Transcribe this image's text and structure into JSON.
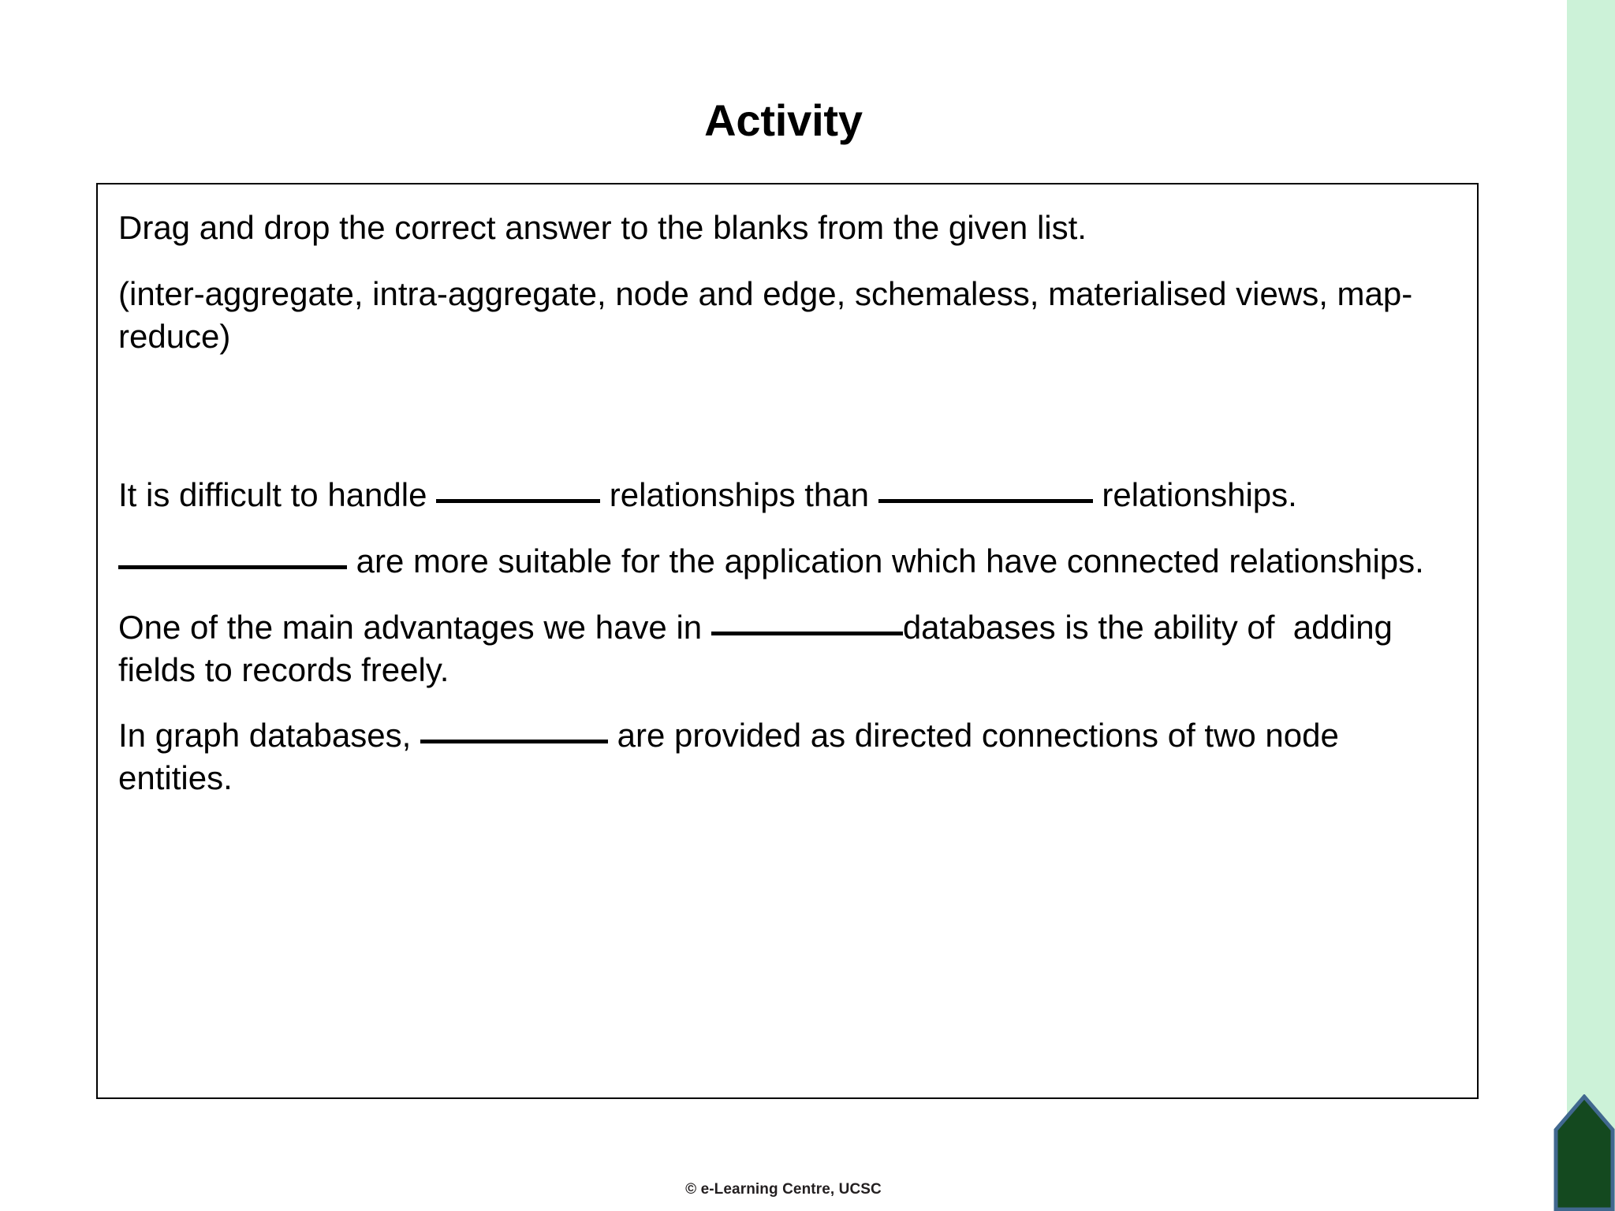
{
  "slide": {
    "title": "Activity",
    "footer": "© e-Learning Centre, UCSC"
  },
  "colors": {
    "strip_green": "#ccf2d8",
    "marker_fill": "#14491f",
    "marker_stroke": "#41688f",
    "text": "#000000",
    "box_border": "#000000"
  },
  "content": {
    "instruction": "Drag and drop the correct answer to the blanks from the given list.",
    "word_bank_text": "(inter-aggregate, intra-aggregate, node and edge, schemaless, materialised views, map-reduce)",
    "word_bank_items": [
      "inter-aggregate",
      "intra-aggregate",
      "node and edge",
      "schemaless",
      "materialised views",
      "map-reduce"
    ],
    "questions": [
      {
        "id": "q1",
        "segments": [
          {
            "type": "text",
            "value": "It is difficult to handle "
          },
          {
            "type": "blank",
            "value": ""
          },
          {
            "type": "text",
            "value": " relationships than "
          },
          {
            "type": "blank",
            "value": ""
          },
          {
            "type": "text",
            "value": " relationships."
          }
        ]
      },
      {
        "id": "q2",
        "segments": [
          {
            "type": "blank",
            "value": ""
          },
          {
            "type": "text",
            "value": " are more suitable for the application which have connected relationships."
          }
        ]
      },
      {
        "id": "q3",
        "segments": [
          {
            "type": "text",
            "value": "One of the main advantages we have in "
          },
          {
            "type": "blank",
            "value": ""
          },
          {
            "type": "text",
            "value": "databases is the ability of  adding  fields to records freely."
          }
        ]
      },
      {
        "id": "q4",
        "segments": [
          {
            "type": "text",
            "value": "In graph databases, "
          },
          {
            "type": "blank",
            "value": ""
          },
          {
            "type": "text",
            "value": " are provided as directed connections of two node entities."
          }
        ]
      }
    ],
    "q1_part_a": "It is difficult to handle ",
    "q1_part_b": " relationships than ",
    "q1_part_c": " relationships.",
    "q2_part_a": " are more suitable for the application which have connected relationships.",
    "q3_part_a": "One of the main advantages we have in ",
    "q3_part_b": "databases is the ability of  adding  fields to records freely.",
    "q4_part_a": "In graph databases, ",
    "q4_part_b": " are provided as directed connections of two node entities."
  }
}
